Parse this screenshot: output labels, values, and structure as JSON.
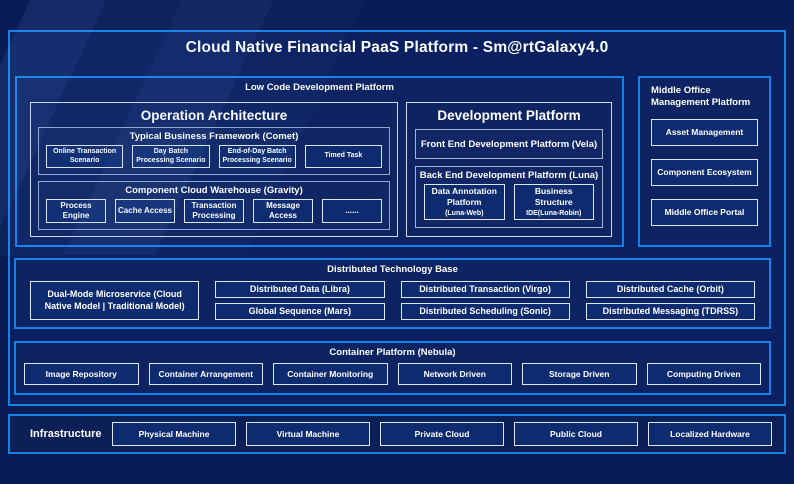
{
  "title": "Cloud Native Financial PaaS Platform - Sm@rtGalaxy4.0",
  "colors": {
    "page_background": "#0a1c55",
    "panel_background": "#0a2060",
    "accent_border": "#1582e8",
    "leaf_border": "#dce6f6",
    "mid_border": "#91a6cc",
    "leaf_fill": "#0e2b6f",
    "text": "#ffffff"
  },
  "low_code": {
    "label": "Low Code Development Platform",
    "operation_architecture": {
      "title": "Operation Architecture",
      "comet": {
        "title": "Typical Business Framework (Comet)",
        "items": [
          "Online Transaction Scenario",
          "Day Batch Processing Scenario",
          "End-of-Day Batch Processing Scenario",
          "Timed Task"
        ]
      },
      "gravity": {
        "title": "Component Cloud Warehouse (Gravity)",
        "items": [
          "Process Engine",
          "Cache Access",
          "Transaction Processing",
          "Message Access",
          "......"
        ]
      }
    },
    "development_platform": {
      "title": "Development Platform",
      "front_end": "Front End Development Platform (Vela)",
      "back_end": {
        "title": "Back End Development Platform (Luna)",
        "items": [
          {
            "title": "Data Annotation Platform",
            "sub": "(Luna-Web)"
          },
          {
            "title": "Business Structure",
            "sub": "IDE(Luna-Robin)"
          }
        ]
      }
    }
  },
  "middle_office": {
    "label": "Middle Office Management Platform",
    "items": [
      "Asset Management",
      "Component Ecosystem",
      "Middle Office Portal"
    ]
  },
  "distributed": {
    "label": "Distributed Technology Base",
    "dual_mode": "Dual-Mode Microservice (Cloud Native Model | Traditional Model)",
    "rows": [
      [
        "Distributed Data (Libra)",
        "Distributed Transaction (Virgo)",
        "Distributed Cache (Orbit)"
      ],
      [
        "Global Sequence (Mars)",
        "Distributed Scheduling (Sonic)",
        "Distributed Messaging (TDRSS)"
      ]
    ]
  },
  "container_platform": {
    "label": "Container Platform (Nebula)",
    "items": [
      "Image Repository",
      "Container Arrangement",
      "Container Monitoring",
      "Network Driven",
      "Storage Driven",
      "Computing Driven"
    ]
  },
  "infrastructure": {
    "label": "Infrastructure",
    "items": [
      "Physical Machine",
      "Virtual Machine",
      "Private Cloud",
      "Public Cloud",
      "Localized Hardware"
    ]
  }
}
